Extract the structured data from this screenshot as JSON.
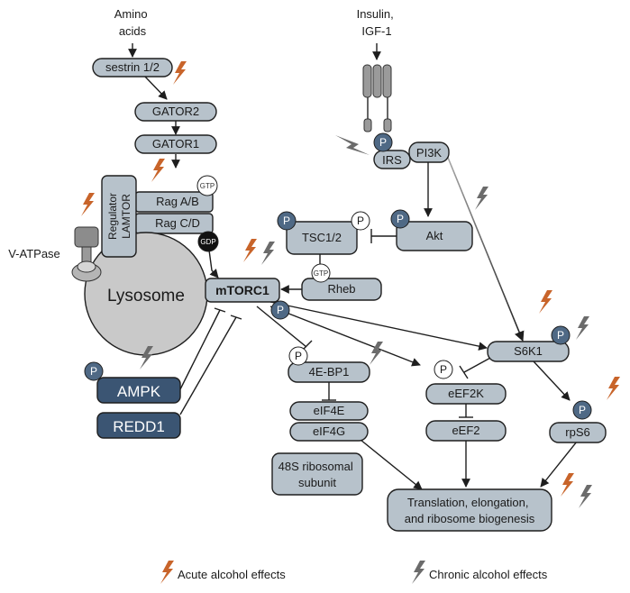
{
  "inputs": {
    "amino_acids": [
      "Amino",
      "acids"
    ],
    "insulin": [
      "Insulin,",
      "IGF-1"
    ]
  },
  "nodes": {
    "sestrin": "sestrin 1/2",
    "gator2": "GATOR2",
    "gator1": "GATOR1",
    "regulator": [
      "Regulator",
      "LAMTOR"
    ],
    "rag_ab": "Rag A/B",
    "rag_cd": "Rag C/D",
    "v_atpase": "V-ATPase",
    "lysosome": "Lysosome",
    "mtorc1": "mTORC1",
    "irs": "IRS",
    "pi3k": "PI3K",
    "akt": "Akt",
    "tsc": "TSC1/2",
    "rheb": "Rheb",
    "s6k1": "S6K1",
    "ampk": "AMPK",
    "redd1": "REDD1",
    "bp1": "4E-BP1",
    "eif4e": "eIF4E",
    "eif4g": "eIF4G",
    "ribosomal": [
      "48S ribosomal",
      "subunit"
    ],
    "eef2k": "eEF2K",
    "eef2": "eEF2",
    "rps6": "rpS6",
    "translation": [
      "Translation, elongation,",
      "and ribosome biogenesis"
    ]
  },
  "badges": {
    "phospho": "P",
    "gtp": "GTP",
    "gdp": "GDP"
  },
  "legend": {
    "acute": "Acute alcohol effects",
    "chronic": "Chronic alcohol effects"
  },
  "colors": {
    "node_fill": "#b7c2cb",
    "dark_node": "#3b5573",
    "phospho_fill": "#4f6985",
    "acute_bolt": "#c8642a",
    "chronic_bolt": "#6b6b6b"
  }
}
